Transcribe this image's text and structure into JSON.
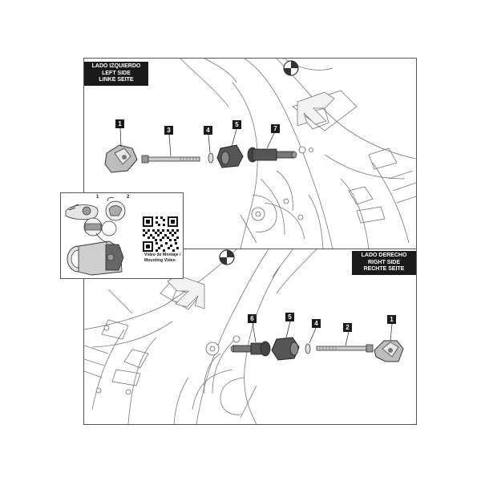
{
  "left_panel": {
    "title_lines": [
      "LADO IZQUIERDO",
      "LEFT SIDE",
      "LINKE SEITE"
    ],
    "callouts": [
      "1",
      "3",
      "4",
      "5",
      "7"
    ]
  },
  "right_panel": {
    "title_lines": [
      "LADO DERECHO",
      "RIGHT SIDE",
      "RECHTE SEITE"
    ],
    "callouts": [
      "6",
      "5",
      "4",
      "2",
      "1"
    ]
  },
  "inset": {
    "steps": [
      "1",
      "2"
    ],
    "video_caption_lines": [
      "Video de Montaje /",
      "Mounting Video"
    ]
  }
}
